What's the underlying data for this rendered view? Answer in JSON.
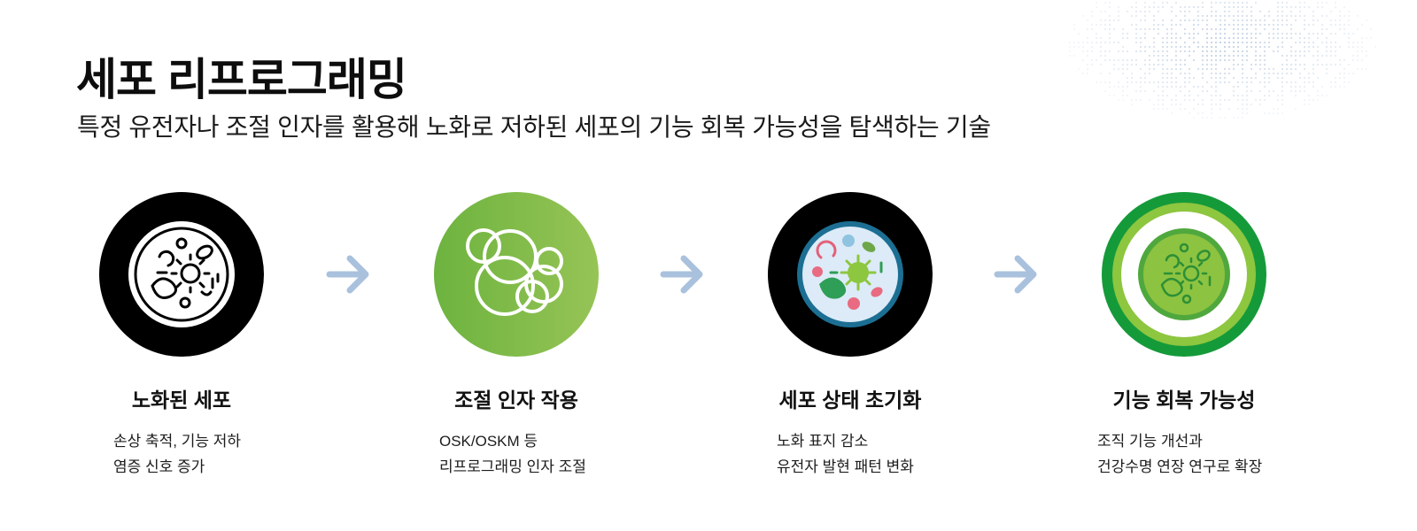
{
  "header": {
    "title": "세포 리프로그래밍",
    "subtitle": "특정 유전자나 조절 인자를 활용해 노화로 저하된 세포의 기능 회복 가능성을 탐색하는 기술"
  },
  "steps": [
    {
      "icon": "aged-cell-icon",
      "title": "노화된 세포",
      "desc": [
        "손상 축적, 기능 저하",
        "염증 신호 증가"
      ]
    },
    {
      "icon": "factor-bubbles-icon",
      "title": "조절 인자 작용",
      "desc": [
        "OSK/OSKM 등",
        "리프로그래밍 인자 조절"
      ]
    },
    {
      "icon": "reset-cell-icon",
      "title": "세포 상태 초기화",
      "desc": [
        "노화 표지 감소",
        "유전자 발현 패턴 변화"
      ]
    },
    {
      "icon": "healthy-cell-icon",
      "title": "기능 회복 가능성",
      "desc": [
        "조직 기능 개선과",
        "건강수명 연장 연구로 확장"
      ]
    }
  ],
  "colors": {
    "black": "#000000",
    "green_dark": "#159a3a",
    "green_light": "#8dc63f",
    "arrow": "#a9c1dd",
    "dots": "#b4c7dc"
  }
}
